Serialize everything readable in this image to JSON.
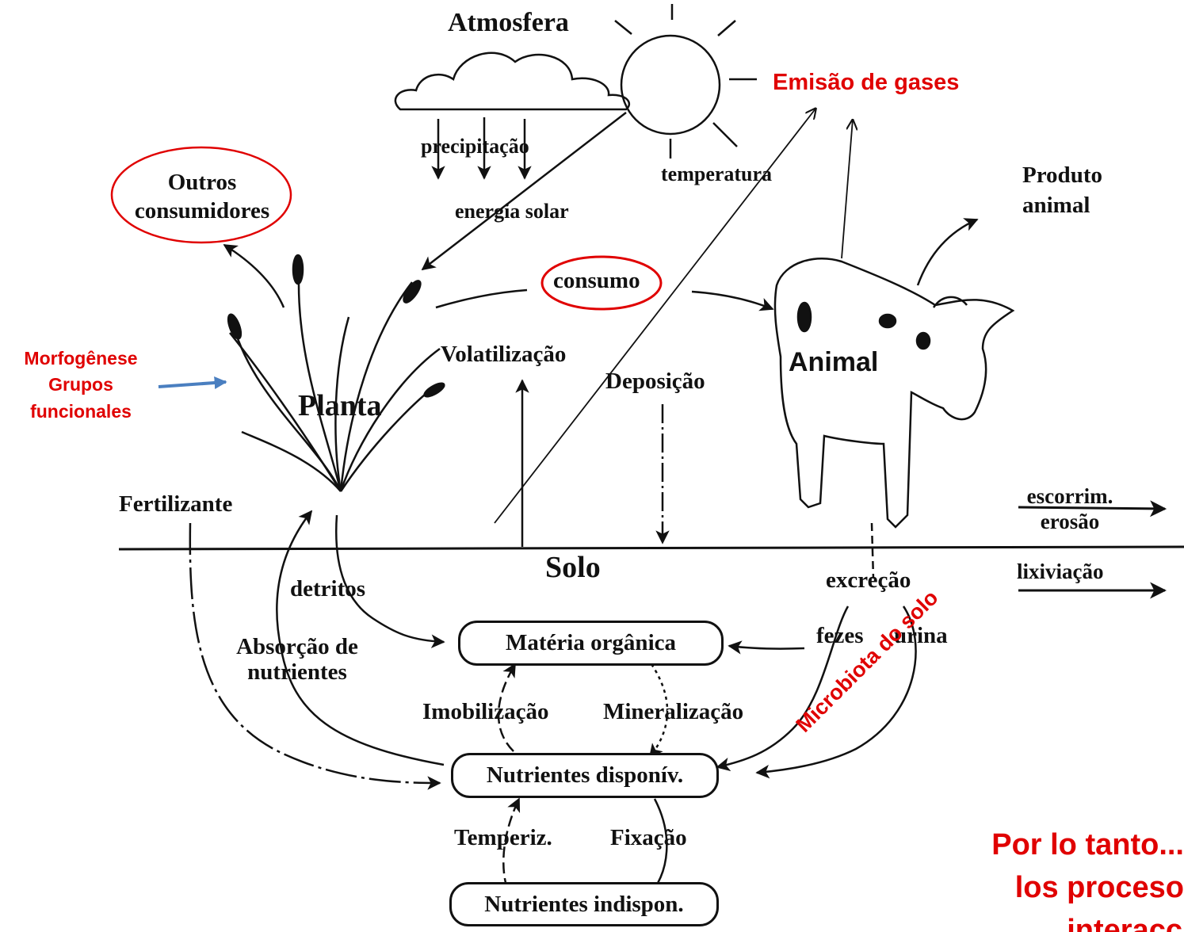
{
  "atmosphere": {
    "title": "Atmosfera",
    "precipitation": "precipitação",
    "solar_energy": "energia solar",
    "temperature": "temperatura"
  },
  "gas_emission": "Emisão  de gases",
  "other_consumers": {
    "line1": "Outros",
    "line2": "consumidores"
  },
  "consumption": "consumo",
  "animal_product": {
    "line1": "Produto",
    "line2": "animal"
  },
  "morphogenesis": {
    "line1": "Morfogênese",
    "line2": "Grupos",
    "line3": "funcionales"
  },
  "plant": "Planta",
  "animal": "Animal",
  "volatilization": "Volatilização",
  "deposition": "Deposição",
  "fertilizer": "Fertilizante",
  "runoff": {
    "line1": "escorrim.",
    "line2": "erosão"
  },
  "leaching": "lixiviação",
  "soil": "Solo",
  "debris": "detritos",
  "excretion": "excreção",
  "feces": "fezes",
  "urine": "urina",
  "nutrient_absorption": {
    "line1": "Absorção de",
    "line2": "nutrientes"
  },
  "organic_matter": "Matéria orgânica",
  "immobilization": "Imobilização",
  "mineralization": "Mineralização",
  "nutrients_available": "Nutrientes disponív.",
  "weathering": "Temperiz.",
  "fixation": "Fixação",
  "nutrients_unavailable": "Nutrientes indispon.",
  "soil_microbiota": "Microbiota do solo",
  "conclusion": {
    "line1": "Por lo tanto...",
    "line2": "los proceso",
    "line3": "interacc"
  },
  "colors": {
    "highlight": "#e00000",
    "arrow_blue": "#4a7fc0",
    "ink": "#111111"
  }
}
